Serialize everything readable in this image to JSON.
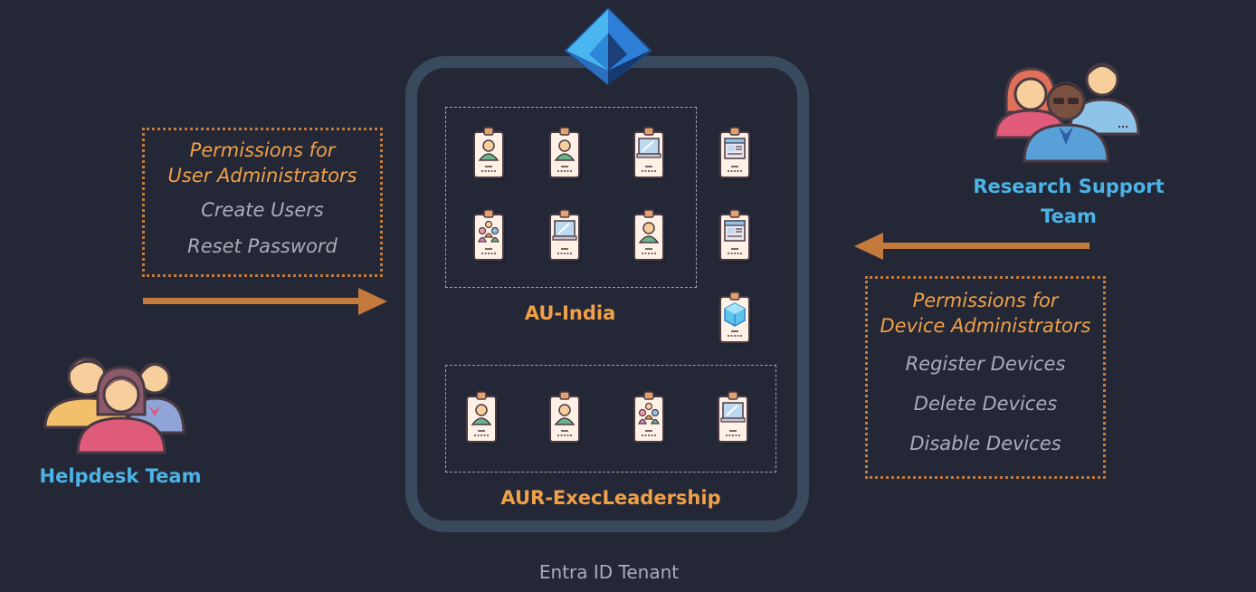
{
  "left_panel": {
    "title_line1": "Permissions for",
    "title_line2": "User Administrators",
    "items": [
      "Create Users",
      "Reset Password"
    ],
    "team_label": "Helpdesk Team"
  },
  "right_panel": {
    "team_label_line1": "Research Support",
    "team_label_line2": "Team",
    "title_line1": "Permissions for",
    "title_line2": "Device Administrators",
    "items": [
      "Register Devices",
      "Delete Devices",
      "Disable Devices"
    ]
  },
  "tenant": {
    "label": "Entra ID Tenant",
    "au_india_label": "AU-India",
    "aur_label": "AUR-ExecLeadership"
  },
  "colors": {
    "background": "#242836",
    "accent_orange": "#f0a048",
    "team_blue": "#4bb3e6",
    "tenant_border": "#3a4a5e",
    "arrow": "#c47a3c"
  },
  "icons": {
    "entra": "entra-id-logo-icon",
    "user_card": "user-badge-icon",
    "device_card": "device-badge-icon",
    "group_card": "group-badge-icon",
    "app_card": "app-badge-icon",
    "cube_card": "resource-badge-icon",
    "team": "team-people-icon"
  }
}
